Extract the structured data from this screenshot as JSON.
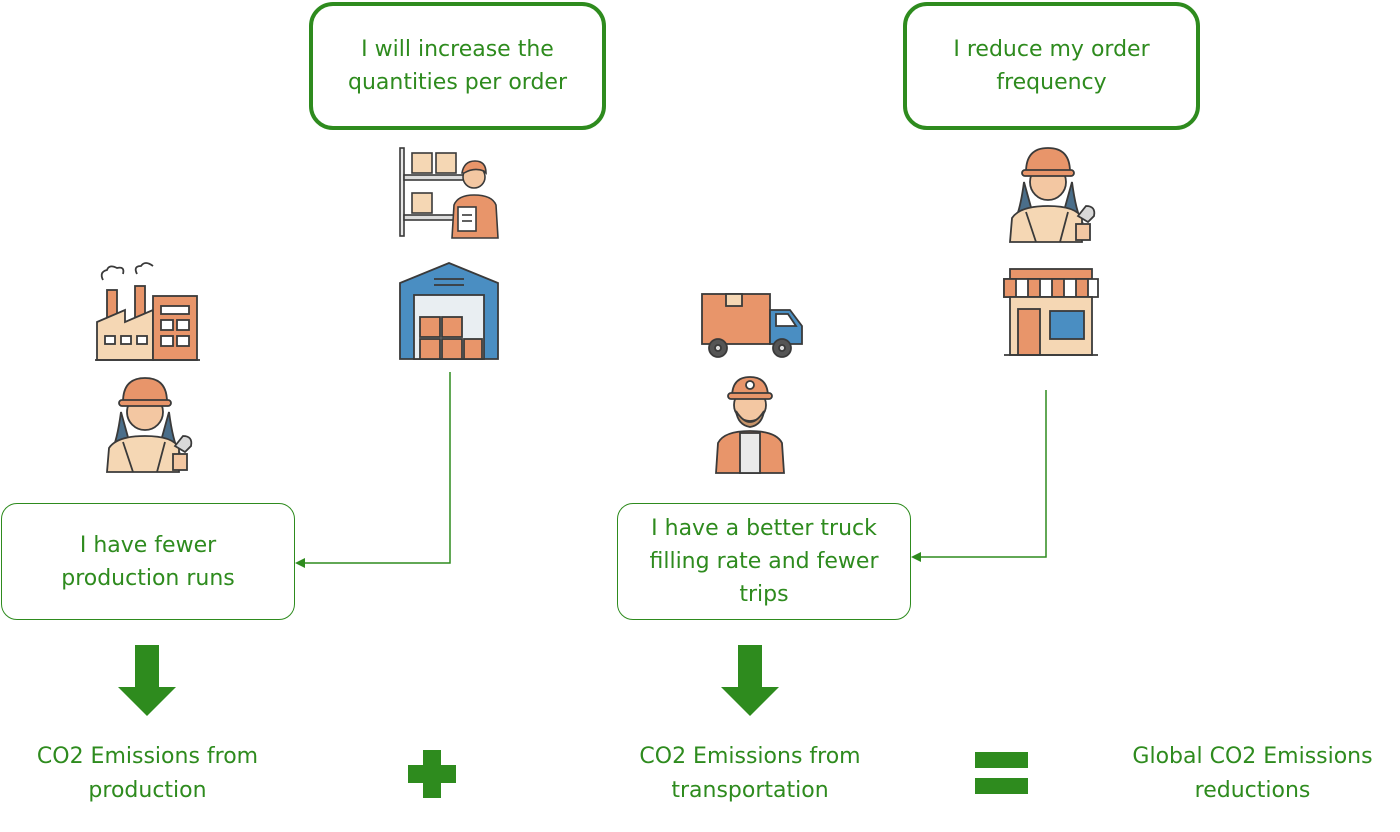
{
  "boxes": {
    "increase_quantities": "I will increase the quantities per order",
    "reduce_frequency": "I reduce my order frequency",
    "fewer_runs": "I have fewer production runs",
    "better_filling": "I have a better truck filling rate and fewer trips"
  },
  "results": {
    "production": "CO2 Emissions from production",
    "transportation": "CO2 Emissions from transportation",
    "global": "Global CO2 Emissions reductions"
  },
  "colors": {
    "green": "#2e8b1e",
    "orange": "#e8956a",
    "blue": "#4a8ec2",
    "outline": "#3a3a3a"
  },
  "icons": [
    "warehouse-worker-icon",
    "warehouse-icon",
    "factory-icon",
    "female-worker-icon",
    "delivery-truck-icon",
    "truck-driver-icon",
    "store-icon",
    "plus-icon",
    "equals-icon"
  ]
}
